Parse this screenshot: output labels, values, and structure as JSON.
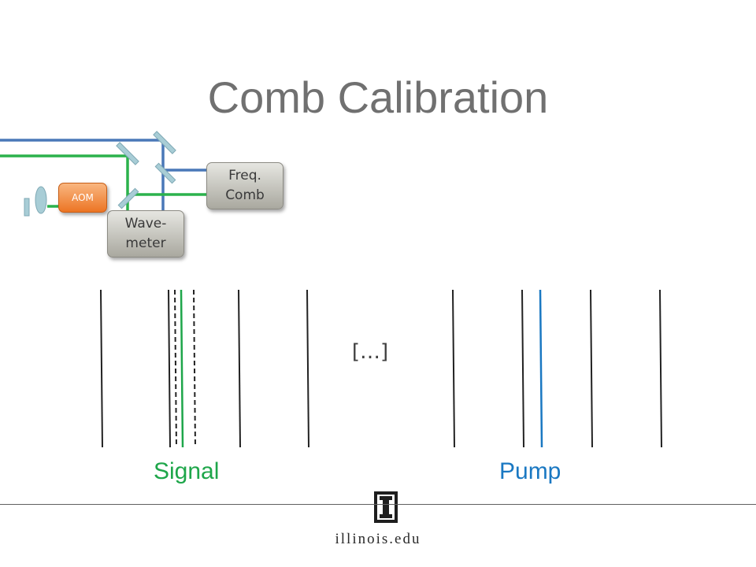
{
  "slide": {
    "title": "Comb Calibration",
    "ellipsis": "[…]",
    "signal_label": "Signal",
    "pump_label": "Pump",
    "footer_site": "illinois.edu",
    "footer_logo_letter": "I"
  },
  "setup": {
    "freq_comb_line1": "Freq.",
    "freq_comb_line2": "Comb",
    "wavemeter_line1": "Wave-",
    "wavemeter_line2": "meter",
    "aom_label": "AOM"
  },
  "colors": {
    "title": "#707070",
    "signal": "#1ea64a",
    "pump": "#1a78c2",
    "beam_blue": "#4a78b8",
    "beam_green": "#2bb24c",
    "mirror": "#a8cdd6",
    "comb_line": "#222222"
  }
}
